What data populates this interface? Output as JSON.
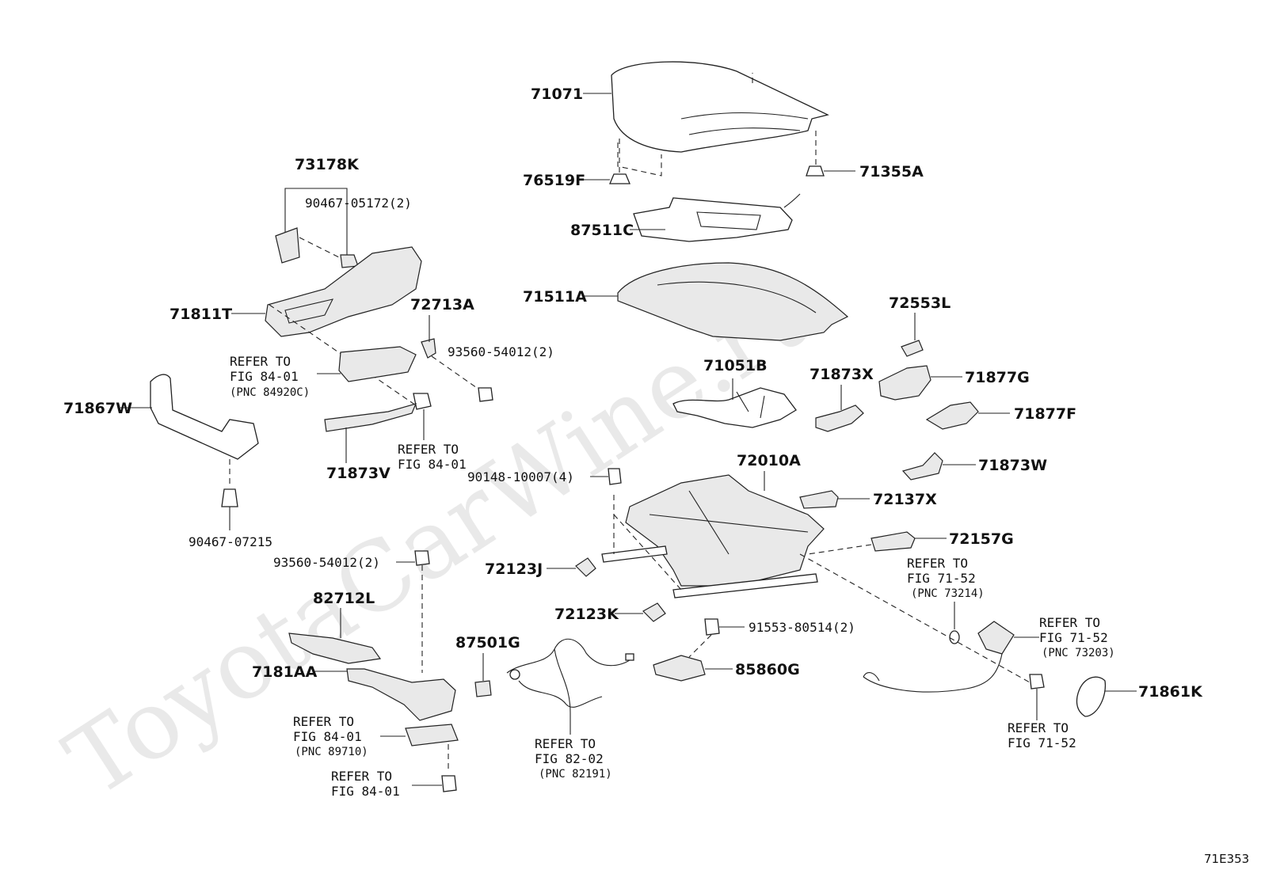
{
  "watermark": "ToyotaCarWine.ru",
  "figure_code": "71E353",
  "parts": {
    "p71071": "71071",
    "p76519F": "76519F",
    "p71355A": "71355A",
    "p87511C": "87511C",
    "p73178K": "73178K",
    "p90467_05172": "90467-05172(2)",
    "p71511A": "71511A",
    "p72553L": "72553L",
    "p71811T": "71811T",
    "p72713A": "72713A",
    "p93560_top": "93560-54012(2)",
    "p71051B": "71051B",
    "p71873X": "71873X",
    "p71877G": "71877G",
    "p71867W": "71867W",
    "p71877F": "71877F",
    "p71873V": "71873V",
    "p72010A": "72010A",
    "p90148": "90148-10007(4)",
    "p71873W": "71873W",
    "p72137X": "72137X",
    "p90467_07215": "90467-07215",
    "p72157G": "72157G",
    "p93560_bottom": "93560-54012(2)",
    "p72123J": "72123J",
    "p82712L": "82712L",
    "p72123K": "72123K",
    "p91553": "91553-80514(2)",
    "p87501G": "87501G",
    "p7181AA": "7181AA",
    "p85860G": "85860G",
    "p71861K": "71861K"
  },
  "references": {
    "r1": [
      "REFER TO",
      "FIG 84-01",
      "(PNC 84920C)"
    ],
    "r2": [
      "REFER TO",
      "FIG 84-01"
    ],
    "r3": [
      "REFER TO",
      "FIG 71-52",
      "(PNC 73214)"
    ],
    "r4": [
      "REFER TO",
      "FIG 71-52",
      "(PNC 73203)"
    ],
    "r5": [
      "REFER TO",
      "FIG 84-01",
      "(PNC 89710)"
    ],
    "r6": [
      "REFER TO",
      "FIG 82-02",
      "(PNC 82191)"
    ],
    "r7": [
      "REFER TO",
      "FIG 84-01"
    ],
    "r8": [
      "REFER TO",
      "FIG 71-52"
    ]
  }
}
